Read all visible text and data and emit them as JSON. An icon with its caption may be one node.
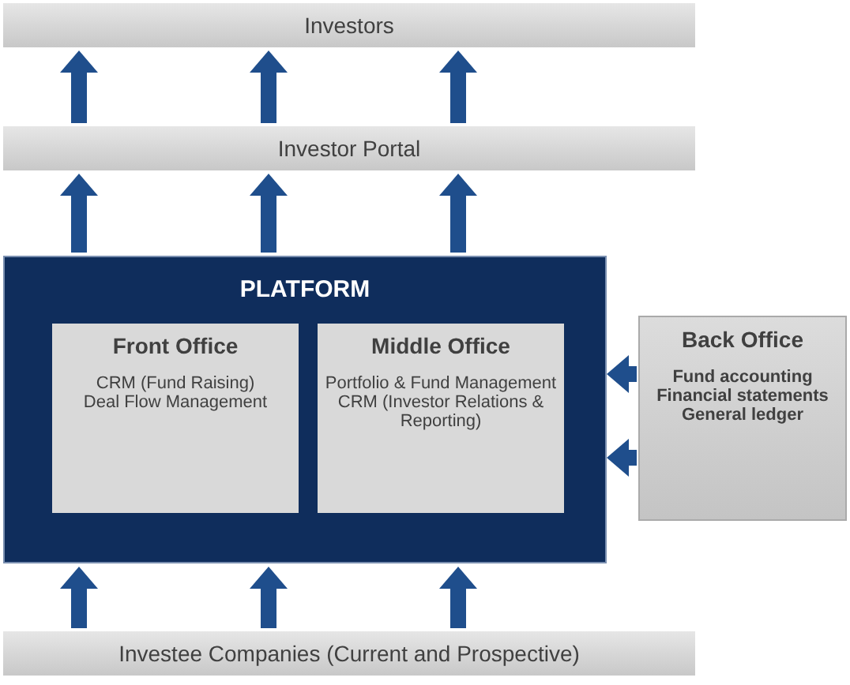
{
  "diagram": {
    "nodes": [
      {
        "text": [
          "Investors"
        ]
      },
      {
        "text": [
          "Investor Portal"
        ]
      },
      {
        "text": [
          "PLATFORM"
        ]
      },
      {
        "text": [
          "Front Office",
          "CRM (Fund Raising)",
          "Deal Flow Management"
        ],
        "in": 2
      },
      {
        "text": [
          "Middle Office",
          "Portfolio & Fund Management",
          "CRM (Investor Relations & Reporting)"
        ],
        "in": 2
      },
      {
        "text": [
          "Back Office",
          "Fund accounting",
          "Financial statements",
          "General ledger"
        ]
      },
      {
        "text": [
          "Investee Companies (Current and Prospective)"
        ]
      }
    ],
    "edges": [
      {
        "from": 1,
        "to": 0,
        "arrow": "to"
      },
      {
        "from": 1,
        "to": 0,
        "arrow": "to"
      },
      {
        "from": 1,
        "to": 0,
        "arrow": "to"
      },
      {
        "from": 2,
        "to": 1,
        "arrow": "to"
      },
      {
        "from": 2,
        "to": 1,
        "arrow": "to"
      },
      {
        "from": 2,
        "to": 1,
        "arrow": "to"
      },
      {
        "from": 6,
        "to": 2,
        "arrow": "to"
      },
      {
        "from": 6,
        "to": 2,
        "arrow": "to"
      },
      {
        "from": 6,
        "to": 2,
        "arrow": "to"
      },
      {
        "from": 5,
        "to": 2,
        "arrow": "to"
      },
      {
        "from": 5,
        "to": 2,
        "arrow": "to"
      }
    ]
  }
}
